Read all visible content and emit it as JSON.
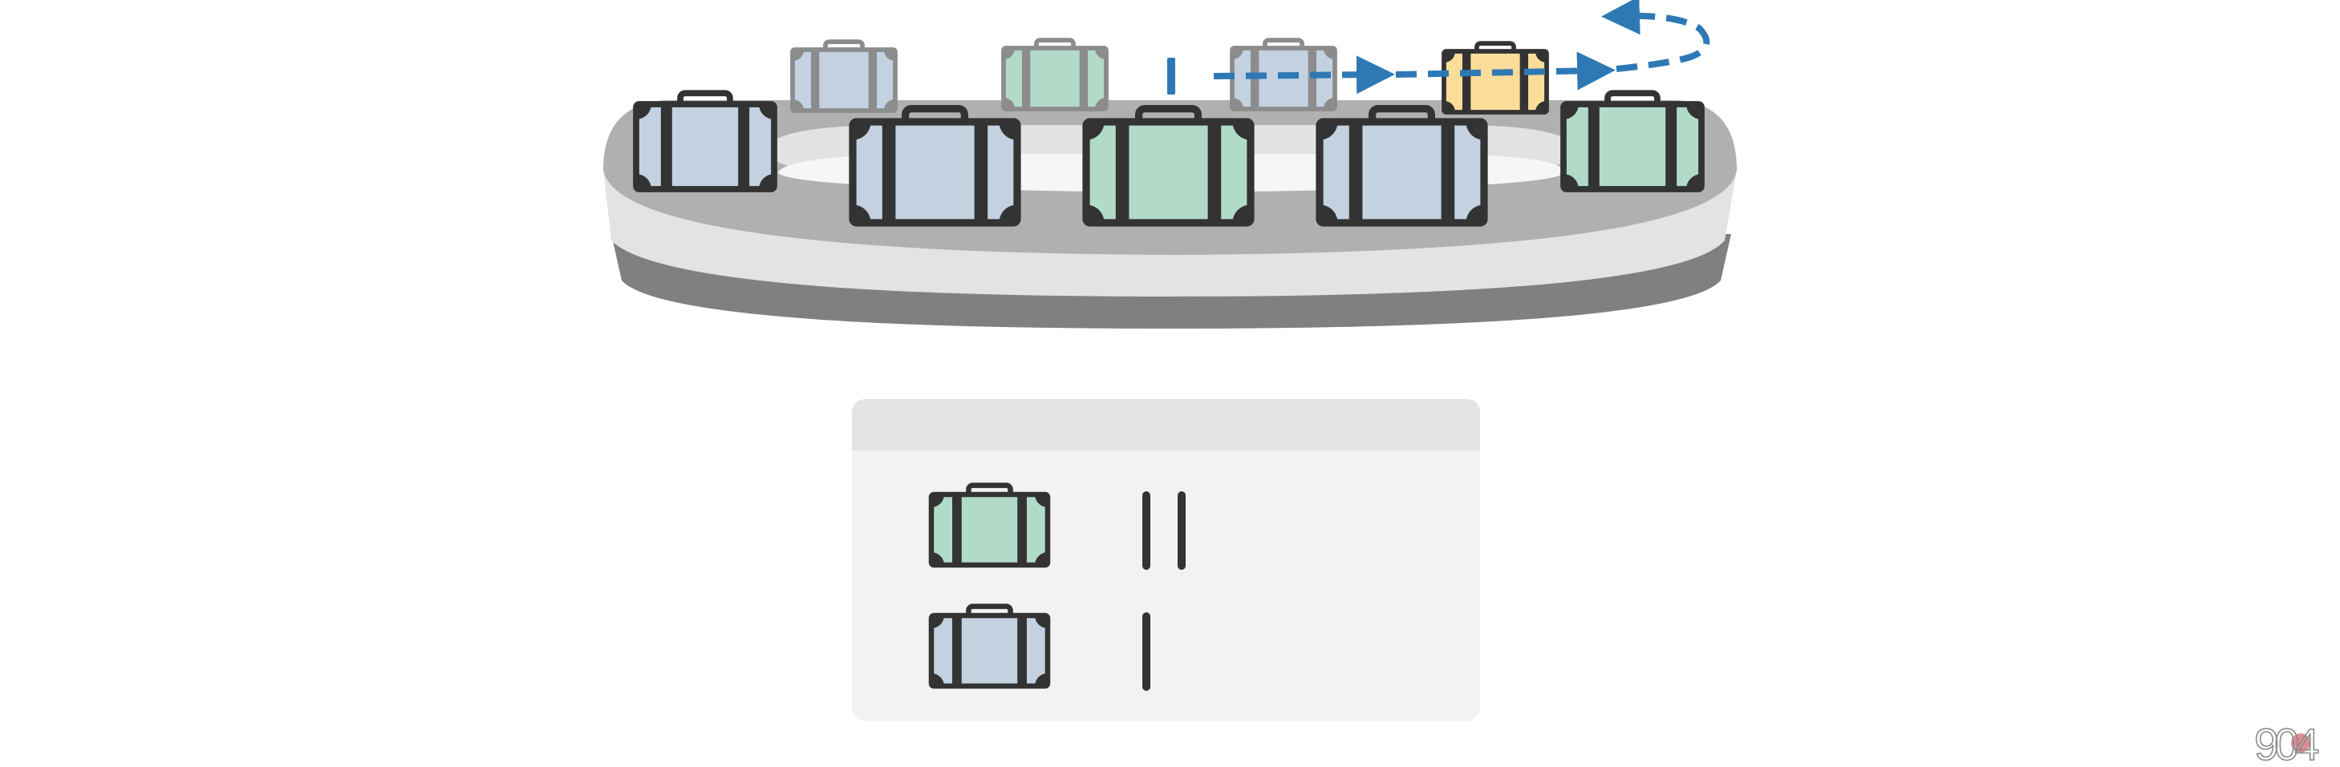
{
  "colors": {
    "blue_bag": "#c3d1e0",
    "green_bag": "#b2dac8",
    "yellow_bag": "#fbdd9a",
    "bag_outline": "#333333",
    "back_bag_outline": "#8c8c8c",
    "arrow": "#2e79b5",
    "carousel_top": "#b0b0b0",
    "carousel_side": "#e3e3e3",
    "carousel_base": "#808080",
    "carousel_inner": "#f5f5f5",
    "panel_header": "#e4e4e4",
    "panel_body": "#f1f2f1",
    "tally_mark": "#333333",
    "watermark_dot": "#dc8e96"
  },
  "carousel": {
    "back_row": [
      {
        "name": "back-blue-bag-1",
        "color": "blue_bag"
      },
      {
        "name": "back-green-bag",
        "color": "green_bag"
      },
      {
        "name": "back-blue-bag-2",
        "color": "blue_bag"
      },
      {
        "name": "selected-yellow-bag",
        "color": "yellow_bag"
      }
    ],
    "front_row": [
      {
        "name": "front-blue-bag-left",
        "color": "blue_bag"
      },
      {
        "name": "front-blue-bag-2",
        "color": "blue_bag"
      },
      {
        "name": "front-green-bag-center",
        "color": "green_bag"
      },
      {
        "name": "front-blue-bag-4",
        "color": "blue_bag"
      },
      {
        "name": "front-green-bag-right",
        "color": "green_bag"
      }
    ],
    "start_marker_icon": "tally-mark-icon",
    "path_icon": "dashed-arrow-icon"
  },
  "tally_panel": {
    "rows": [
      {
        "bag_icon": "green-suitcase-icon",
        "color": "green_bag",
        "count": 2
      },
      {
        "bag_icon": "blue-suitcase-icon",
        "color": "blue_bag",
        "count": 1
      }
    ]
  },
  "watermark": {
    "text": "904"
  }
}
